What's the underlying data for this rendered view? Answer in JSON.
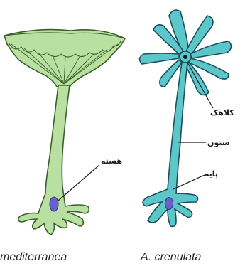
{
  "left_organism": {
    "species_label": "mediterranea",
    "nucleus_label": "هسته",
    "body_color": "#b8e0a0",
    "outline_color": "#3b5e2b",
    "nucleus_color": "#6b5fc9"
  },
  "right_organism": {
    "species_label": "A. crenulata",
    "cap_label": "کلاهک",
    "stalk_label": "ستون",
    "foot_label": "پایه",
    "body_color": "#5cc7c9",
    "outline_color": "#1c4f60",
    "nucleus_color": "#6b5fc9"
  }
}
